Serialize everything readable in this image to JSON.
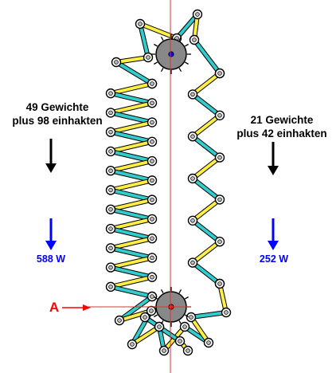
{
  "left": {
    "line1": "49 Gewichte",
    "line2": "plus 98 einhakten",
    "force": "588 W"
  },
  "right": {
    "line1": "21 Gewichte",
    "line2": "plus 42 einhakten",
    "force": "252 W"
  },
  "marker": "A",
  "colors": {
    "cyan": "#33cccc",
    "yellow": "#ffee44",
    "hub": "#888888",
    "axis": "#dd3333",
    "blue_arrow": "#0000ff",
    "red_arrow": "#ff0000",
    "pin": "#bbbbbb"
  }
}
